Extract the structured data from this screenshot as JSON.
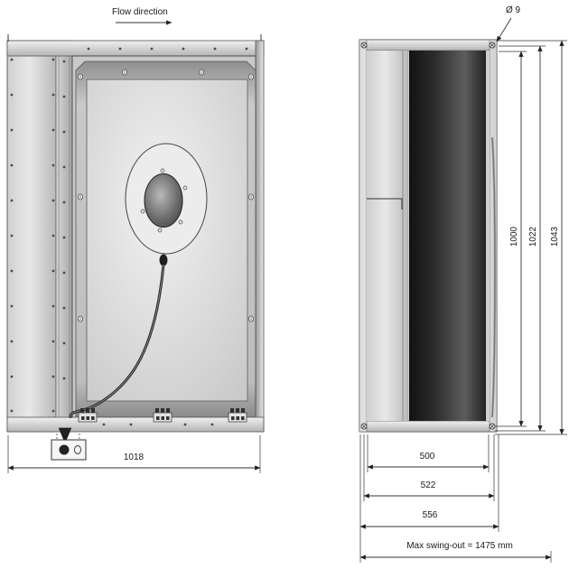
{
  "labels": {
    "flow_direction": "Flow direction",
    "hole_diameter": "Ø 9"
  },
  "front_view": {
    "overall_width": "1018"
  },
  "side_view": {
    "inner_width": "500",
    "casing_width": "522",
    "overall_depth": "556",
    "max_swing_out": "Max swing-out = 1475 mm",
    "inner_height": "1000",
    "casing_height": "1022",
    "overall_height": "1043"
  },
  "colors": {
    "background": "#ffffff",
    "line": "#333333",
    "panel_light": "#e6e6e6",
    "panel_mid": "#c9c9c9",
    "metal_band": "#9a9a9a",
    "drum_dark": "#1e1e1e"
  }
}
